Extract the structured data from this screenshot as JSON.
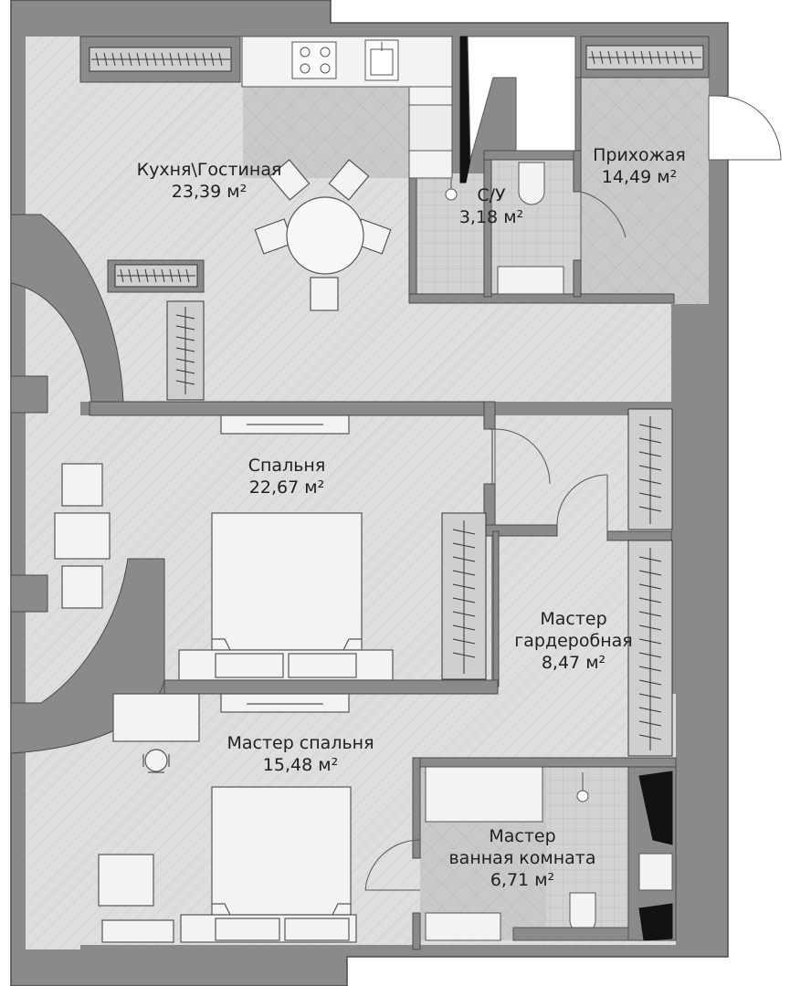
{
  "rooms": {
    "kitchen_living": {
      "name": "Кухня\\Гостиная",
      "area": "23,39 м²"
    },
    "bathroom": {
      "name": "С/У",
      "area": "3,18 м²"
    },
    "hallway": {
      "name": "Прихожая",
      "area": "14,49 м²"
    },
    "bedroom": {
      "name": "Спальня",
      "area": "22,67 м²"
    },
    "master_wardrobe": {
      "name_line1": "Мастер",
      "name_line2": "гардеробная",
      "area": "8,47 м²"
    },
    "master_bedroom": {
      "name": "Мастер спальня",
      "area": "15,48 м²"
    },
    "master_bathroom": {
      "name_line1": "Мастер",
      "name_line2": "ванная комната",
      "area": "6,71 м²"
    }
  },
  "colors": {
    "wall": "#8a8a8a",
    "wall_edge": "#4a4a4a",
    "floor": "#dedede",
    "tile": "#c9c9c9",
    "furniture": "#f3f3f3",
    "furniture_stroke": "#555555",
    "text": "#1f1f1f"
  }
}
